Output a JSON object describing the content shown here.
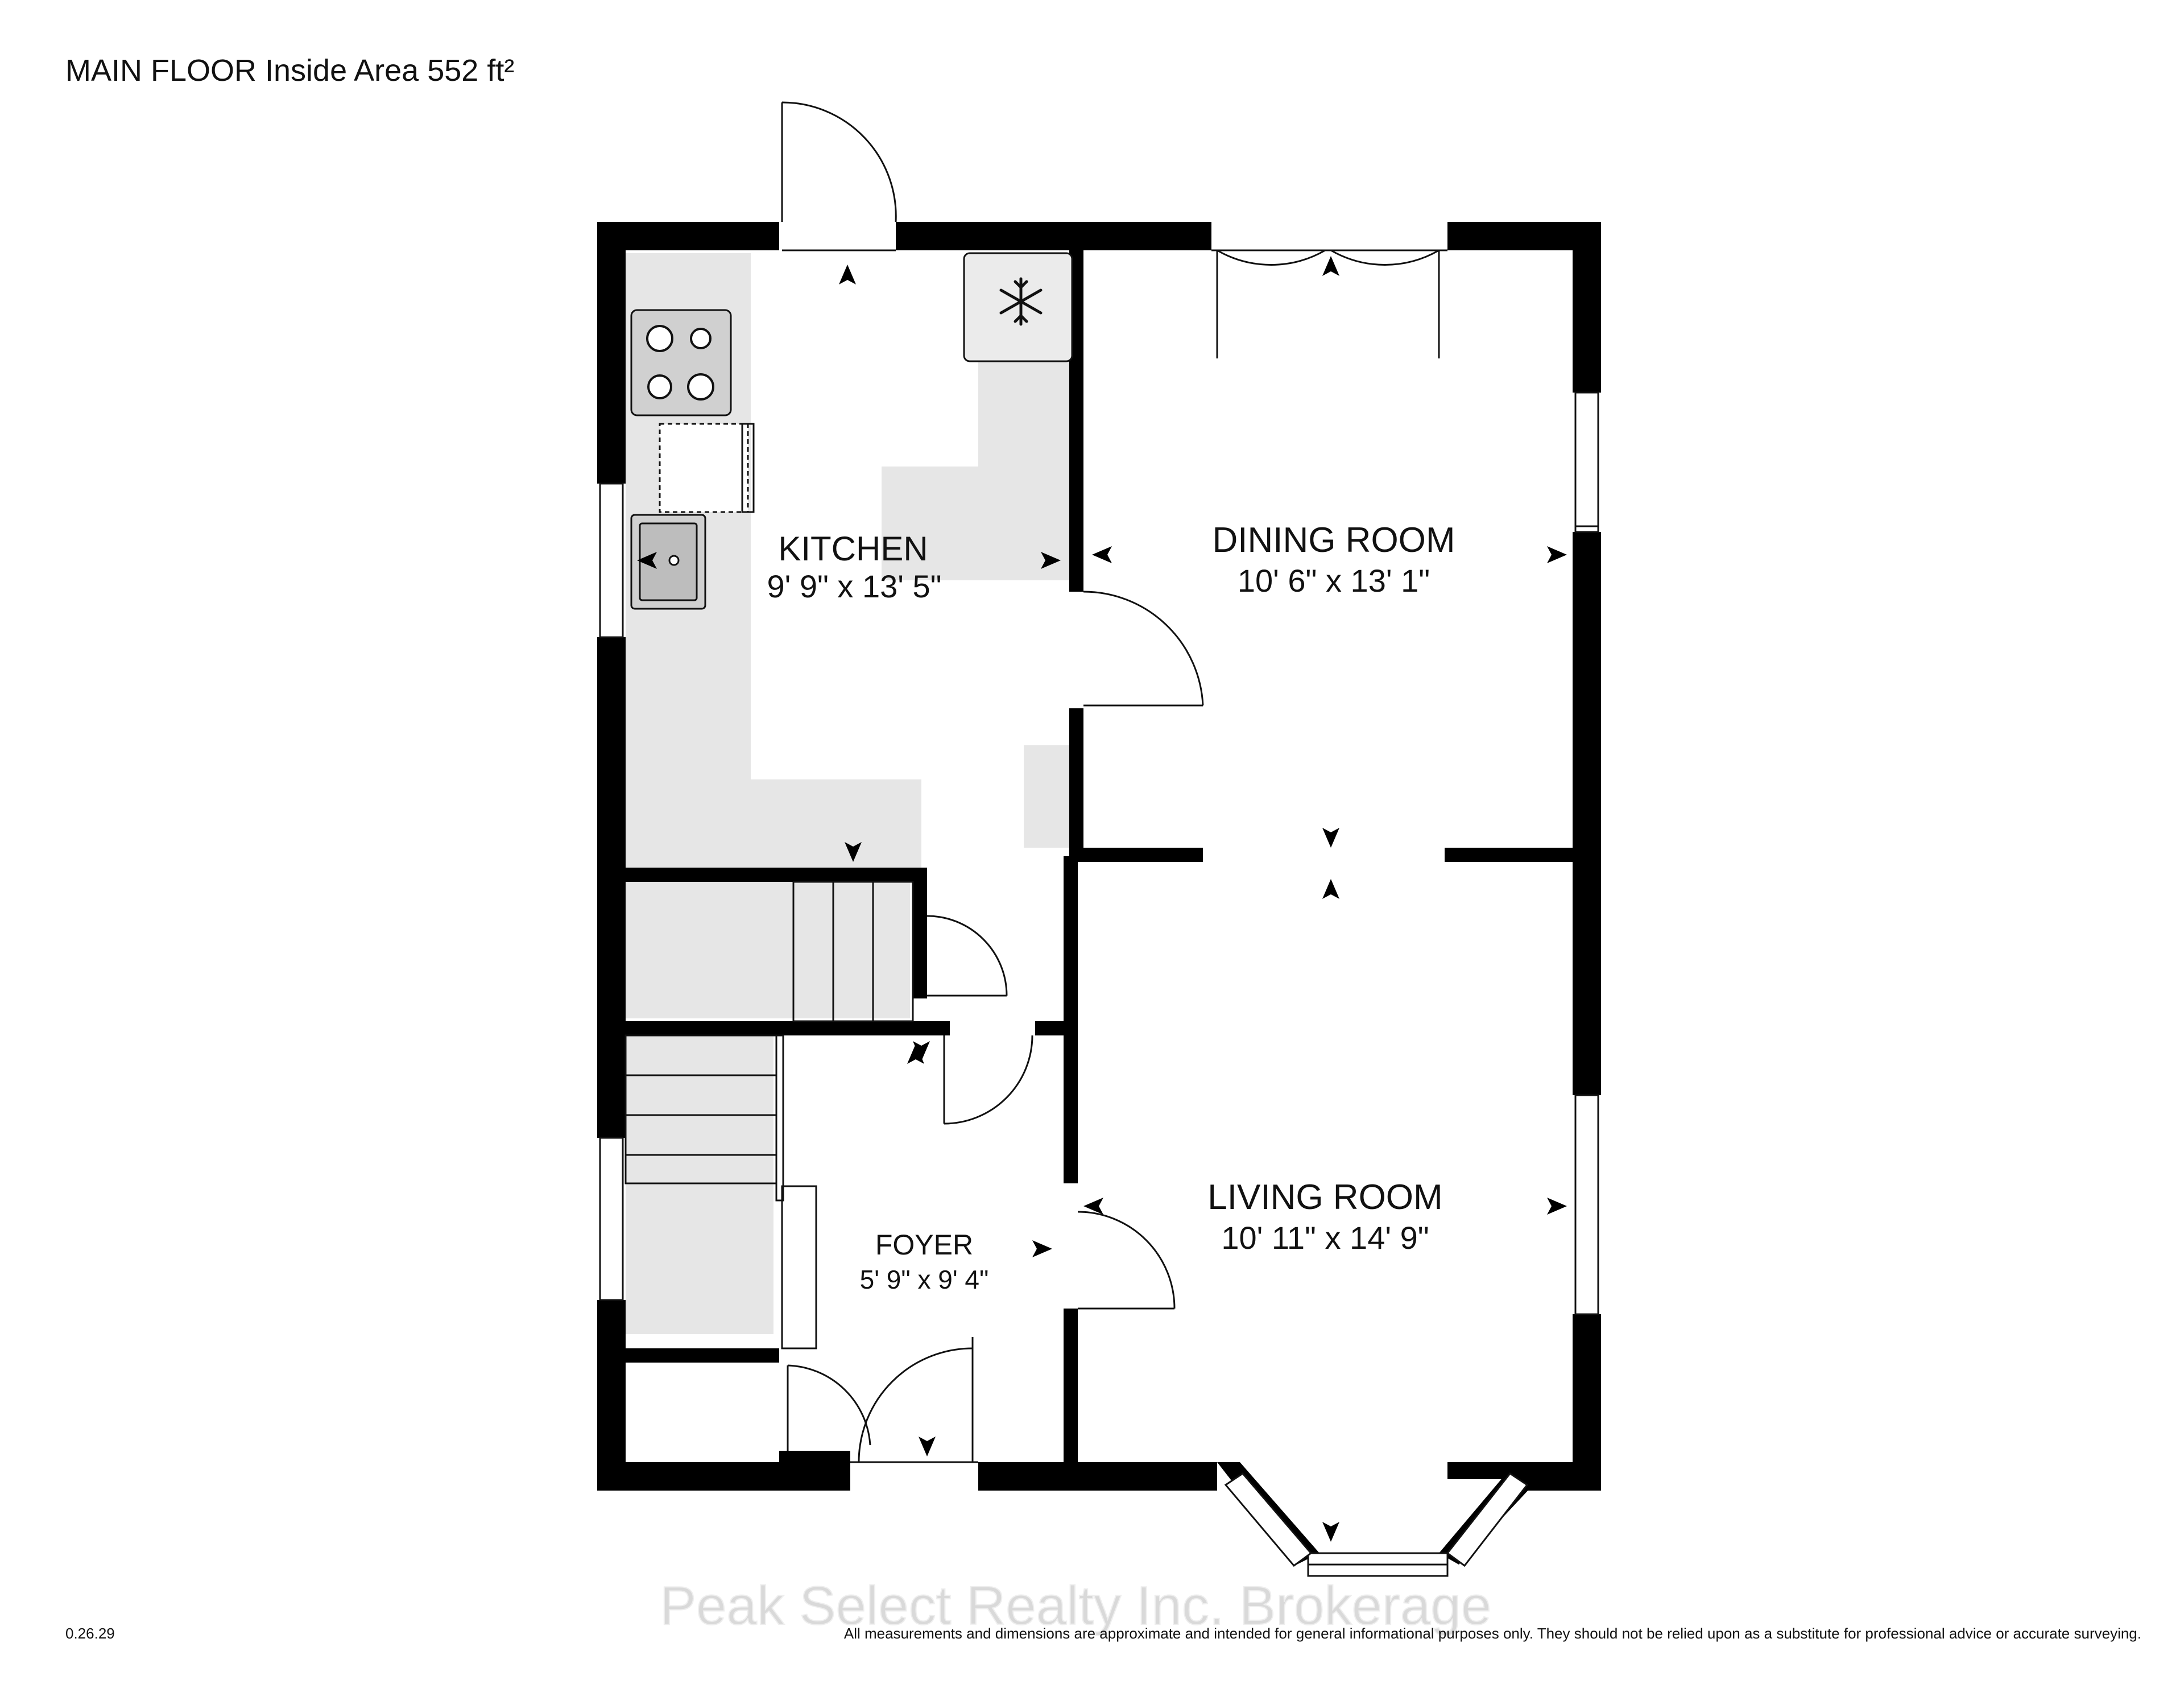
{
  "header": {
    "title": "MAIN FLOOR Inside Area 552 ft²"
  },
  "rooms": [
    {
      "id": "kitchen",
      "name": "KITCHEN",
      "dims": "9' 9\" x 13' 5\""
    },
    {
      "id": "dining",
      "name": "DINING ROOM",
      "dims": "10' 6\" x 13' 1\""
    },
    {
      "id": "living",
      "name": "LIVING ROOM",
      "dims": "10' 11\" x 14' 9\""
    },
    {
      "id": "foyer",
      "name": "FOYER",
      "dims": "5' 9\" x 9' 4\""
    }
  ],
  "footer": {
    "version": "0.26.29",
    "watermark": "Peak Select Realty Inc. Brokerage",
    "disclaimer": "All measurements and dimensions are approximate and intended for general informational purposes only. They should not be relied upon as a substitute for professional advice or accurate surveying."
  },
  "colors": {
    "wall": "#000000",
    "floor_fixture": "#e6e6e6",
    "text": "#111111",
    "watermark": "#d9d9d9"
  },
  "icons": [
    "snowflake-icon",
    "stove-icon",
    "sink-icon",
    "arrow-icon"
  ]
}
